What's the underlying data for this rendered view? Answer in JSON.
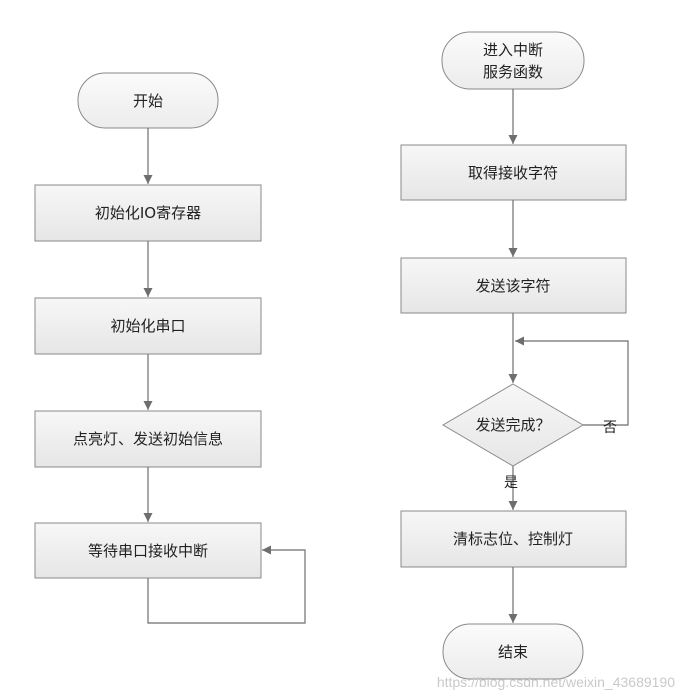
{
  "left_flow": {
    "start": "开始",
    "step1": "初始化IO寄存器",
    "step2": "初始化串口",
    "step3": "点亮灯、发送初始信息",
    "step4": "等待串口接收中断"
  },
  "right_flow": {
    "entry_line1": "进入中断",
    "entry_line2": "服务函数",
    "step1": "取得接收字符",
    "step2": "发送该字符",
    "decision": "发送完成？",
    "no_label": "否",
    "yes_label": "是",
    "step3": "清标志位、控制灯",
    "end": "结束"
  },
  "watermark": "https://blog.csdn.net/weixin_43689190"
}
